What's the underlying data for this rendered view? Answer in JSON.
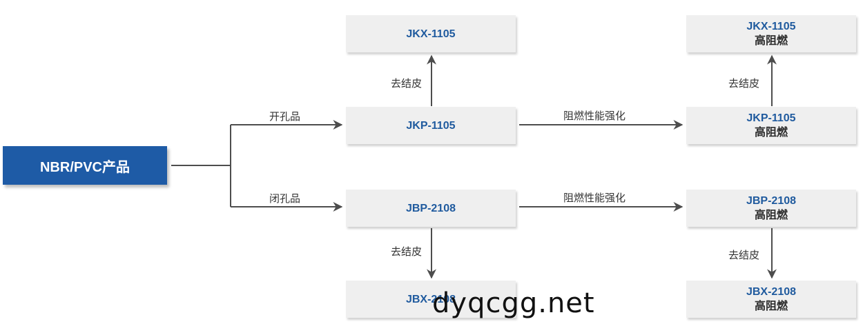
{
  "root": {
    "label": "NBR/PVC产品"
  },
  "branches": {
    "open": "开孔品",
    "closed": "闭孔品"
  },
  "nodes": {
    "jkp": {
      "code": "JKP-1105"
    },
    "jbp": {
      "code": "JBP-2108"
    },
    "jkx": {
      "code": "JKX-1105"
    },
    "jbx": {
      "code": "JBX-2108"
    },
    "jkp_hr": {
      "code": "JKP-1105",
      "sub": "高阻燃"
    },
    "jbp_hr": {
      "code": "JBP-2108",
      "sub": "高阻燃"
    },
    "jkx_hr": {
      "code": "JKX-1105",
      "sub": "高阻燃"
    },
    "jbx_hr": {
      "code": "JBX-2108",
      "sub": "高阻燃"
    }
  },
  "edges": {
    "skin_removal": "去结皮",
    "flame_retardant": "阻燃性能强化"
  },
  "watermark": "dyqcgg.net",
  "colors": {
    "root_bg": "#1e5ba6",
    "code_text": "#1f5a9e",
    "node_bg": "#efefef",
    "line": "#4d4d4d"
  }
}
